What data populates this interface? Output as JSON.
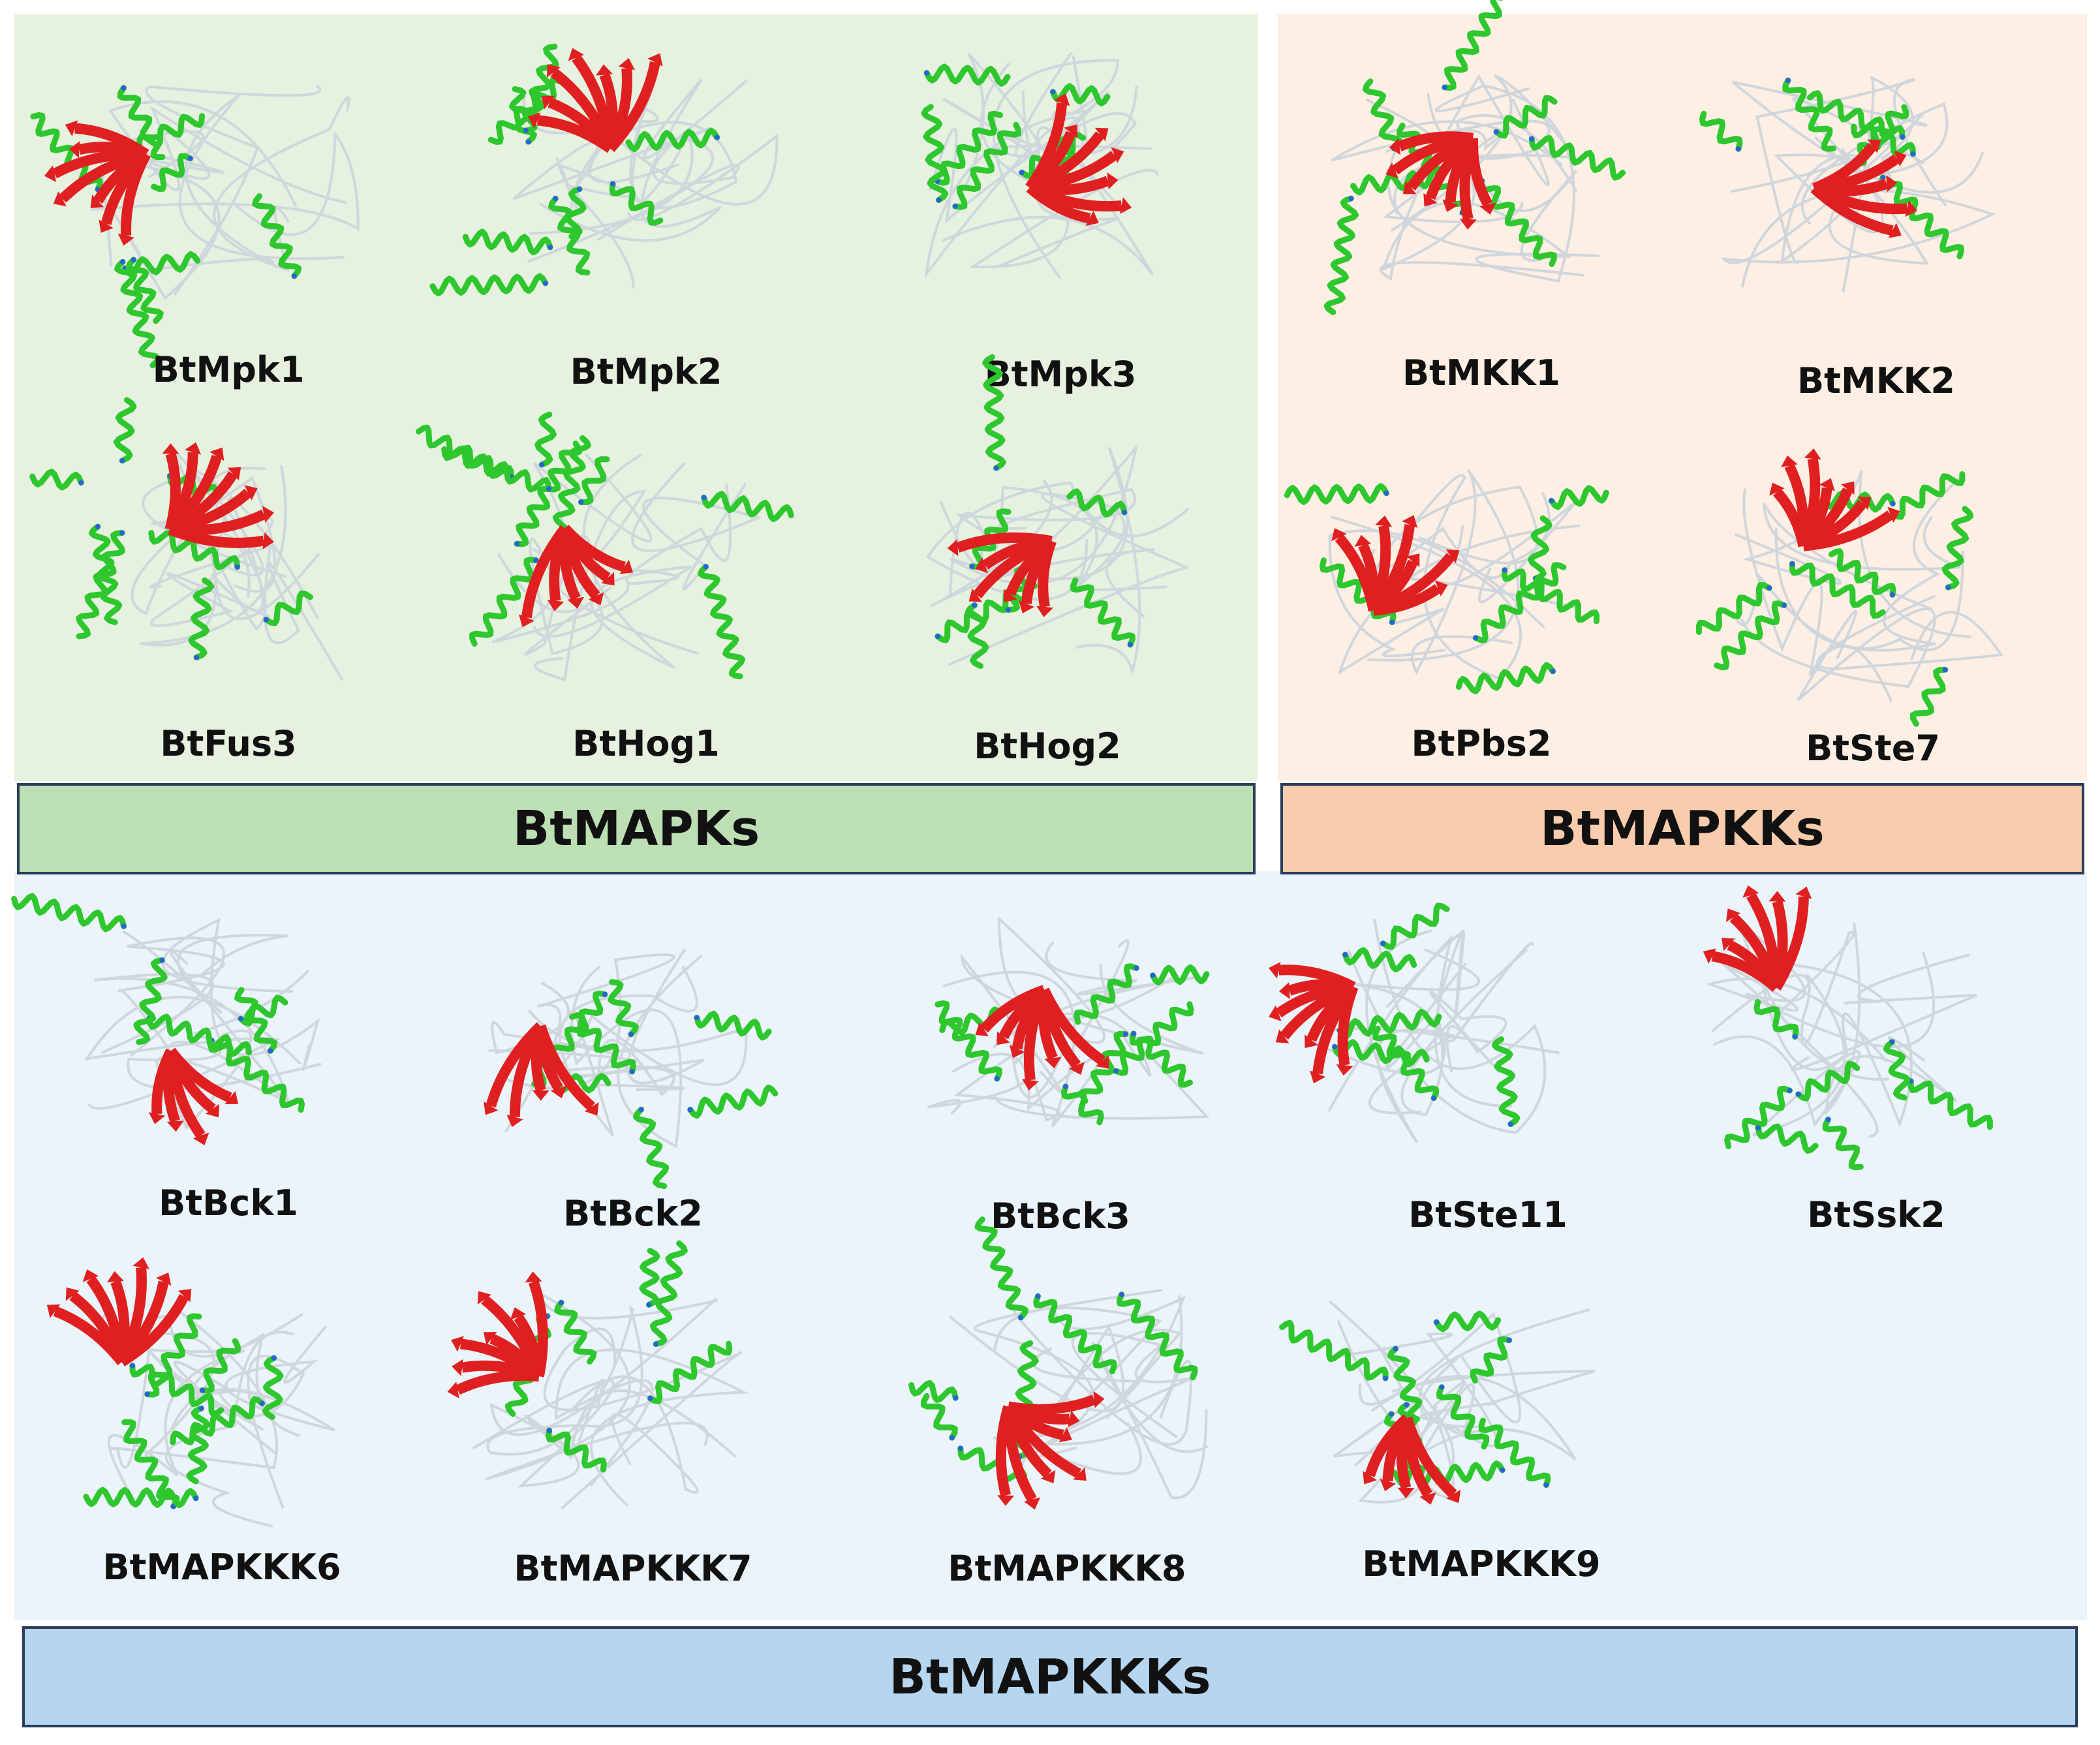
{
  "groups": {
    "mapks": {
      "title": "BtMAPKs",
      "background": "#e6f1df",
      "banner_color": "#bcdfb3"
    },
    "mapkks": {
      "title": "BtMAPKKs",
      "background": "#fdefe4",
      "banner_color": "#f9ccae"
    },
    "mapkkks": {
      "title": "BtMAPKKKs",
      "background": "#eaf4fa",
      "banner_color": "#b6d6ef"
    }
  },
  "proteins": [
    {
      "name": "BtMpk1",
      "group": "mapks"
    },
    {
      "name": "BtMpk2",
      "group": "mapks"
    },
    {
      "name": "BtMpk3",
      "group": "mapks"
    },
    {
      "name": "BtFus3",
      "group": "mapks"
    },
    {
      "name": "BtHog1",
      "group": "mapks"
    },
    {
      "name": "BtHog2",
      "group": "mapks"
    },
    {
      "name": "BtMKK1",
      "group": "mapkks"
    },
    {
      "name": "BtMKK2",
      "group": "mapkks"
    },
    {
      "name": "BtPbs2",
      "group": "mapkks"
    },
    {
      "name": "BtSte7",
      "group": "mapkks"
    },
    {
      "name": "BtBck1",
      "group": "mapkkks"
    },
    {
      "name": "BtBck2",
      "group": "mapkkks"
    },
    {
      "name": "BtBck3",
      "group": "mapkkks"
    },
    {
      "name": "BtSte11",
      "group": "mapkkks"
    },
    {
      "name": "BtSsk2",
      "group": "mapkkks"
    },
    {
      "name": "BtMAPKKK6",
      "group": "mapkkks"
    },
    {
      "name": "BtMAPKKK7",
      "group": "mapkkks"
    },
    {
      "name": "BtMAPKKK8",
      "group": "mapkkks"
    },
    {
      "name": "BtMAPKKK9",
      "group": "mapkkks"
    }
  ],
  "structure_colors": {
    "helix": "#2ec72e",
    "strand": "#e02020",
    "coil": "#cfd6dc",
    "turn": "#2a63d6"
  }
}
